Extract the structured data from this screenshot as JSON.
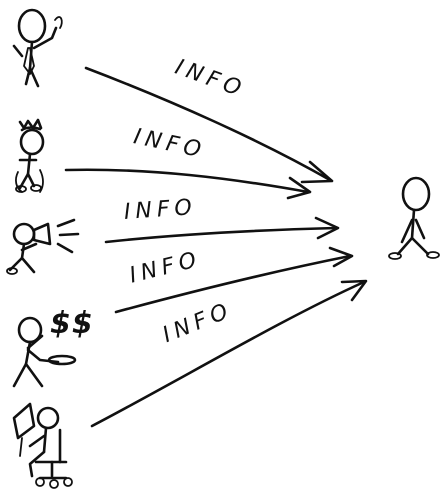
{
  "labels": {
    "arrow1": "INFO",
    "arrow2": "INFO",
    "arrow3": "INFO",
    "arrow4": "INFO",
    "arrow5": "INFO"
  },
  "money_sign": "$$",
  "ink_color": "#111111",
  "background_color": "#ffffff",
  "figures": [
    {
      "id": "businessman",
      "icon": "person-with-tie-icon"
    },
    {
      "id": "king",
      "icon": "person-with-crown-icon"
    },
    {
      "id": "announcer",
      "icon": "person-with-megaphone-icon"
    },
    {
      "id": "merchant",
      "icon": "person-with-money-icon"
    },
    {
      "id": "worker",
      "icon": "person-at-desk-chair-icon"
    },
    {
      "id": "receiver",
      "icon": "standing-person-icon"
    }
  ]
}
